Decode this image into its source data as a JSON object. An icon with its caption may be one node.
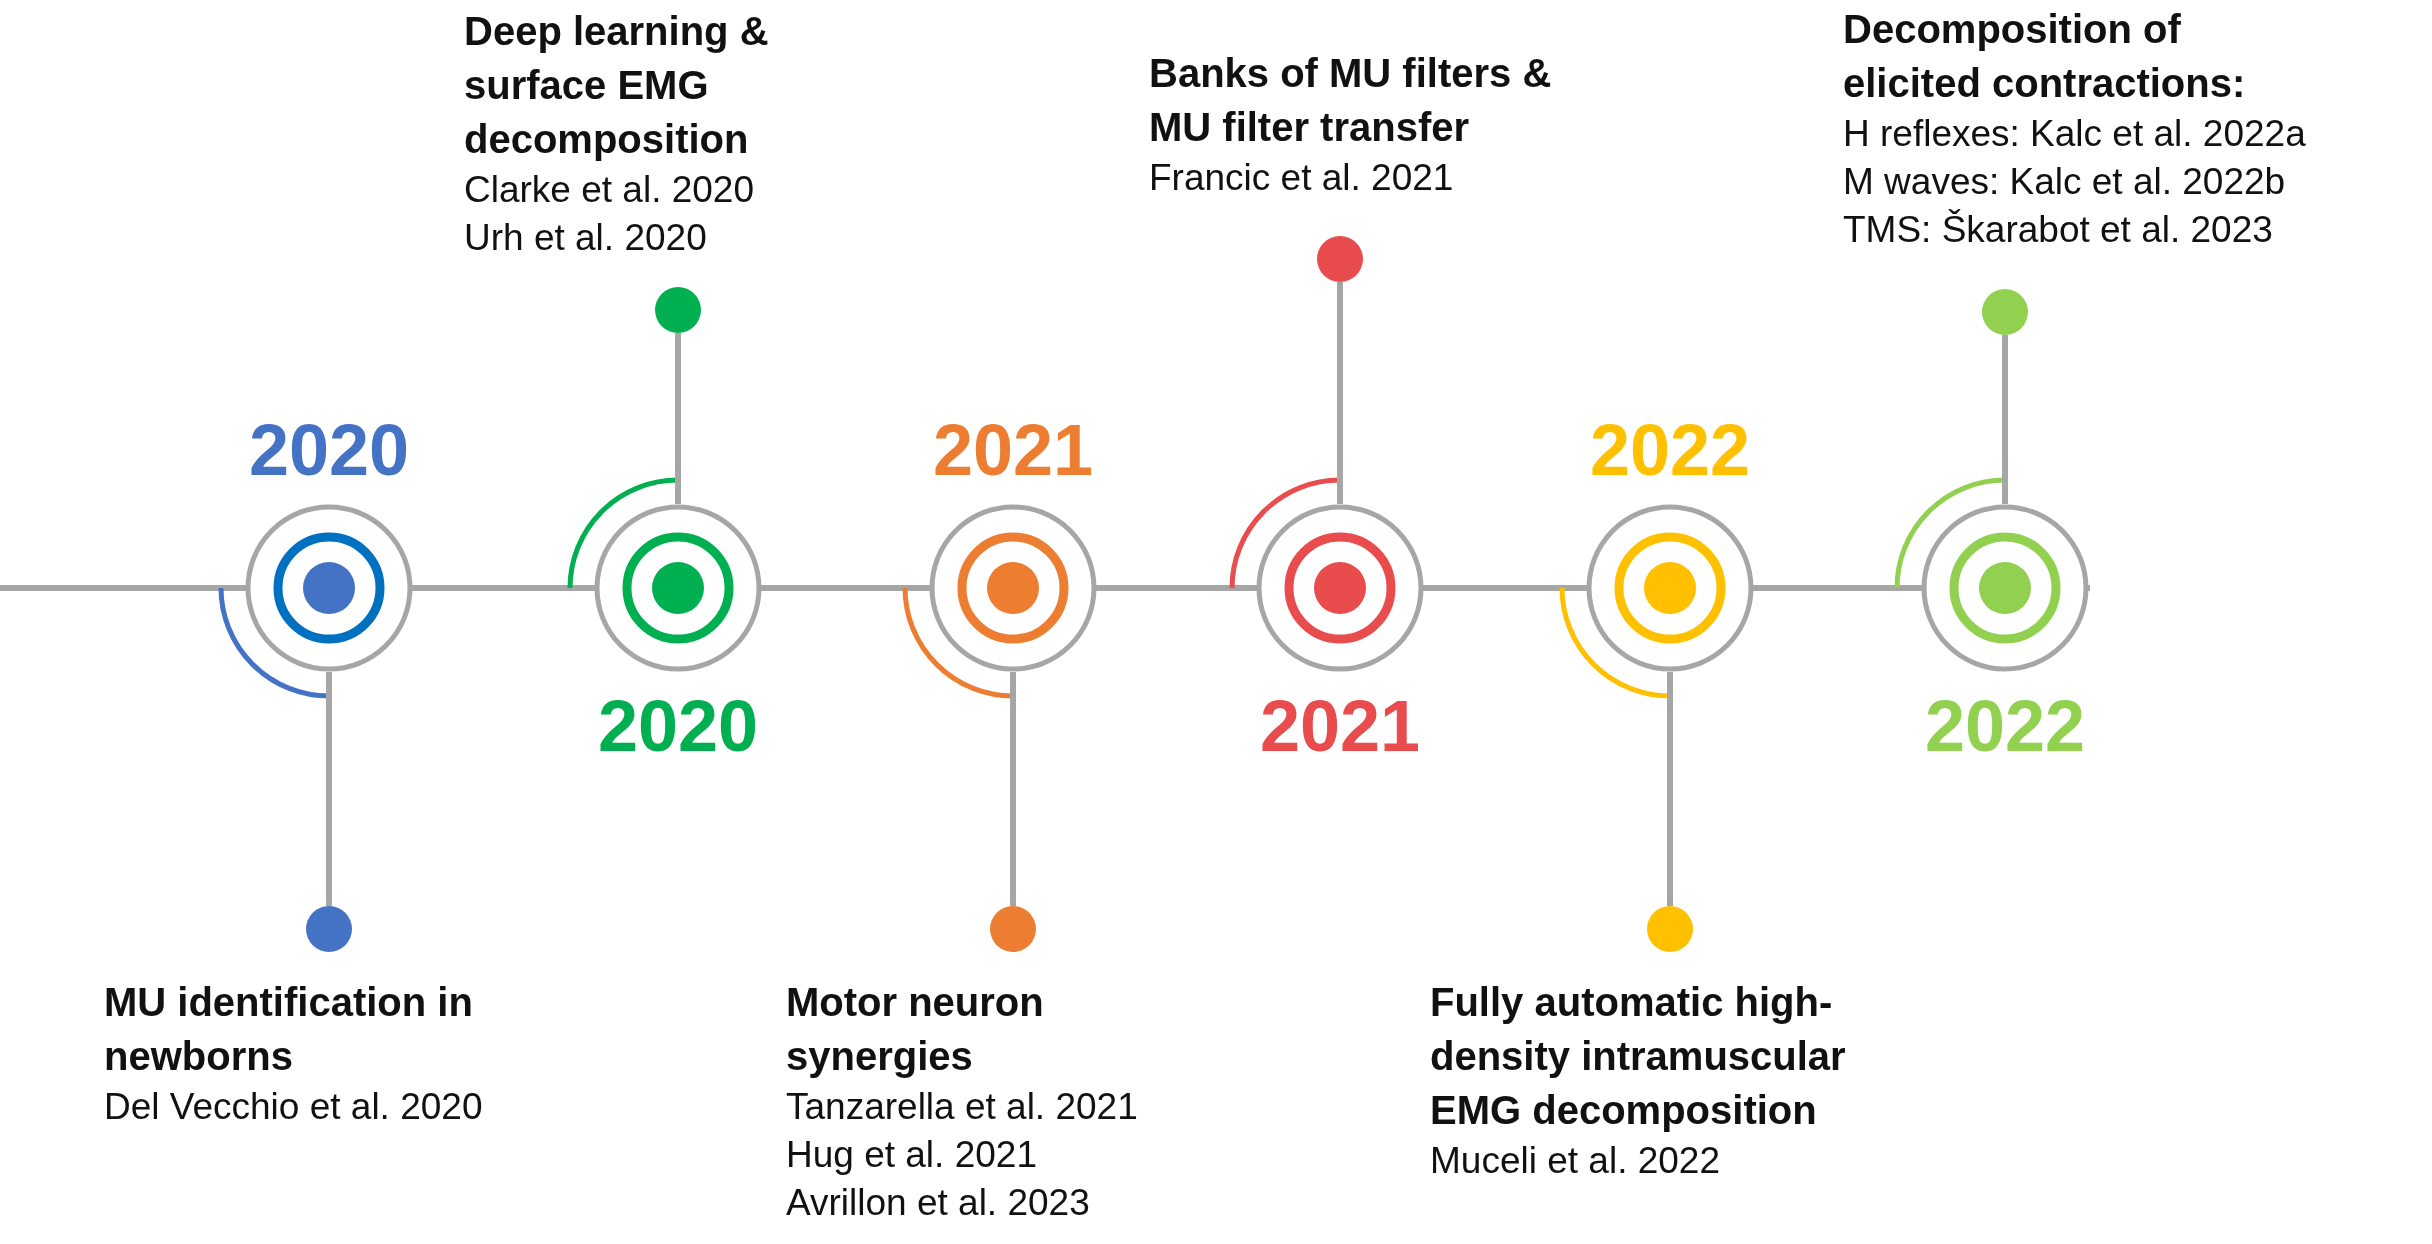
{
  "diagram": {
    "nodes": [
      {
        "text": [],
        "shape": "circle",
        "beside": [
          "2020"
        ]
      },
      {
        "text": [],
        "shape": "circle"
      },
      {
        "text": [
          "MU identification in newborns",
          "Del Vecchio et al. 2020"
        ]
      },
      {
        "text": [],
        "shape": "circle",
        "beside": [
          "2020"
        ]
      },
      {
        "text": [],
        "shape": "circle"
      },
      {
        "text": [
          "Deep learning & surface EMG decomposition",
          "Clarke et al. 2020",
          "Urh et al. 2020"
        ]
      },
      {
        "text": [],
        "shape": "circle",
        "beside": [
          "2021"
        ]
      },
      {
        "text": [],
        "shape": "circle"
      },
      {
        "text": [
          "Motor neuron synergies",
          "Tanzarella et al. 2021",
          "Hug et al. 2021",
          "Avrillon et al. 2023"
        ]
      },
      {
        "text": [],
        "shape": "circle",
        "beside": [
          "2021"
        ]
      },
      {
        "text": [],
        "shape": "circle"
      },
      {
        "text": [
          "Banks of MU filters & MU filter transfer",
          "Francic et al. 2021"
        ]
      },
      {
        "text": [],
        "shape": "circle",
        "beside": [
          "2022"
        ]
      },
      {
        "text": [],
        "shape": "circle"
      },
      {
        "text": [
          "Fully automatic high-density intramuscular EMG decomposition",
          "Muceli et al. 2022"
        ]
      },
      {
        "text": [],
        "shape": "circle",
        "beside": [
          "2022"
        ]
      },
      {
        "text": [],
        "shape": "circle"
      },
      {
        "text": [
          "Decomposition of elicited contractions:",
          "H reflexes: Kalc et al. 2022a",
          "M waves: Kalc et al. 2022b",
          "TMS: Škarabot et al. 2023"
        ]
      }
    ],
    "edges": [
      {
        "from": 0,
        "to": 1,
        "arrow": "none"
      },
      {
        "from": 3,
        "to": 4,
        "arrow": "none"
      },
      {
        "from": 6,
        "to": 7,
        "arrow": "none"
      },
      {
        "from": 9,
        "to": 10,
        "arrow": "none"
      },
      {
        "from": 12,
        "to": 13,
        "arrow": "none"
      },
      {
        "from": 15,
        "to": 16,
        "arrow": "none"
      }
    ]
  }
}
